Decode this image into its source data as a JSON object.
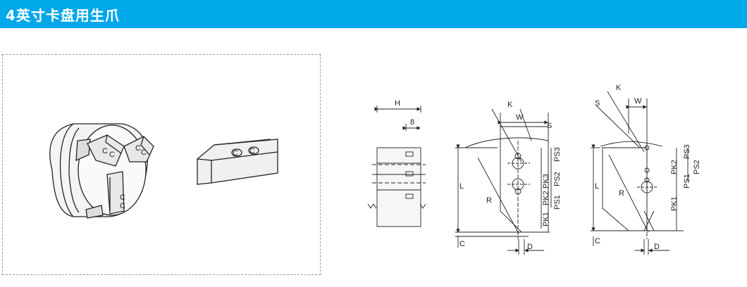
{
  "header": {
    "title": "4英寸卡盘用生爪",
    "bg_color": "#00a7e9"
  },
  "figure": {
    "left_photo": {
      "chuck_labels": [
        "C",
        "C",
        "C",
        "C",
        "C",
        "C"
      ],
      "jaw_labels": [
        "C",
        "C"
      ]
    },
    "side_view": {
      "labels": {
        "h": "H",
        "eight": "8"
      }
    },
    "drawing_a": {
      "labels": {
        "k": "K",
        "w": "W",
        "s": "S",
        "l": "L",
        "r": "R",
        "c": "C",
        "d": "D",
        "pk3": "PK3",
        "ps3": "PS3",
        "ps2": "PS2",
        "pk2": "PK2",
        "ps1": "PS1",
        "pk1": "PK1"
      }
    },
    "drawing_b": {
      "labels": {
        "k": "K",
        "s": "S",
        "w": "W",
        "l": "L",
        "r": "R",
        "c": "C",
        "d": "D",
        "ps3": "PS3",
        "pk2": "PK2",
        "ps2": "PS2",
        "ps1": "PS1",
        "pk1": "PK1"
      }
    }
  }
}
